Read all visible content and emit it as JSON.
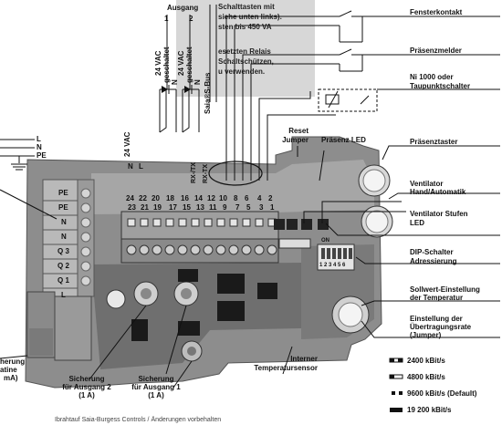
{
  "note": {
    "lines": [
      "Schalttasten mit",
      "siehe unten links).",
      "sten bis 450 VA",
      "",
      "esetzten Relais",
      "Schaltschützen,",
      "u verwenden."
    ]
  },
  "power": {
    "l": "L",
    "n": "N",
    "pe": "PE"
  },
  "ausgang": {
    "title": "Ausgang",
    "num1": "1",
    "num2": "2"
  },
  "out_labels": {
    "vac1": "24 VAC",
    "sw1": "geschaltet",
    "n1": "N",
    "vac2": "24 VAC",
    "sw2": "geschaltet",
    "n2": "N",
    "bus": "Saia®S-Bus",
    "vac_left": "24 VAC",
    "rx": "RX-/TX",
    "tx": "RX-TX"
  },
  "terminal_top": {
    "n": "N",
    "l": "L",
    "nums": [
      "24",
      "22",
      "20",
      "18",
      "16",
      "14",
      "12",
      "10",
      "8",
      "6",
      "4",
      "2"
    ],
    "nums_bottom": [
      "23",
      "21",
      "19",
      "17",
      "15",
      "13",
      "11",
      "9",
      "7",
      "5",
      "3",
      "1"
    ]
  },
  "left_terminal": [
    "PE",
    "PE",
    "N",
    "N",
    "Q 3",
    "Q 2",
    "Q 1",
    "L"
  ],
  "right_labels": {
    "fensterkontakt": "Fensterkontakt",
    "praesenzmelder": "Präsenzmelder",
    "ni1000_1": "Ni 1000 oder",
    "ni1000_2": "Taupunktschalter",
    "praesenztaster": "Präsenztaster",
    "ventilator1": "Ventilator",
    "ventilator2": "Hand/Automatik",
    "stufen1": "Ventilator Stufen",
    "stufen2": "LED",
    "dip1": "DIP-Schalter",
    "dip2": "Adressierung",
    "sollwert1": "Sollwert-Einstellung",
    "sollwert2": "der Temperatur",
    "rate1": "Einstellung  der",
    "rate2": "Übertragungsrate",
    "rate3": "(Jumper)"
  },
  "center_labels": {
    "reset1": "Reset",
    "reset2": "Jumper",
    "praesenz_led": "Präsenz LED",
    "intern1": "Interner",
    "intern2": "Temperatursensor"
  },
  "bottom_labels": {
    "sich2_1": "Sicherung",
    "sich2_2": "für Ausgang 2",
    "sich2_3": "(1 A)",
    "sich1_1": "Sicherung",
    "sich1_2": "für Ausgang 1",
    "sich1_3": "(1 A)",
    "sichL_1": "herung",
    "sichL_2": "atine",
    "sichL_3": "mA)",
    "footer": "Ibrahtauf  Saia-Burgess Controls / Änderungen vorbehalten"
  },
  "baud_rates": [
    "2400 kBit/s",
    "4800 kBit/s",
    "9600 kBit/s (Default)",
    "19 200 kBit/s"
  ],
  "dip_numbers": "1 2 3 4 5 6",
  "dip_on": "ON"
}
